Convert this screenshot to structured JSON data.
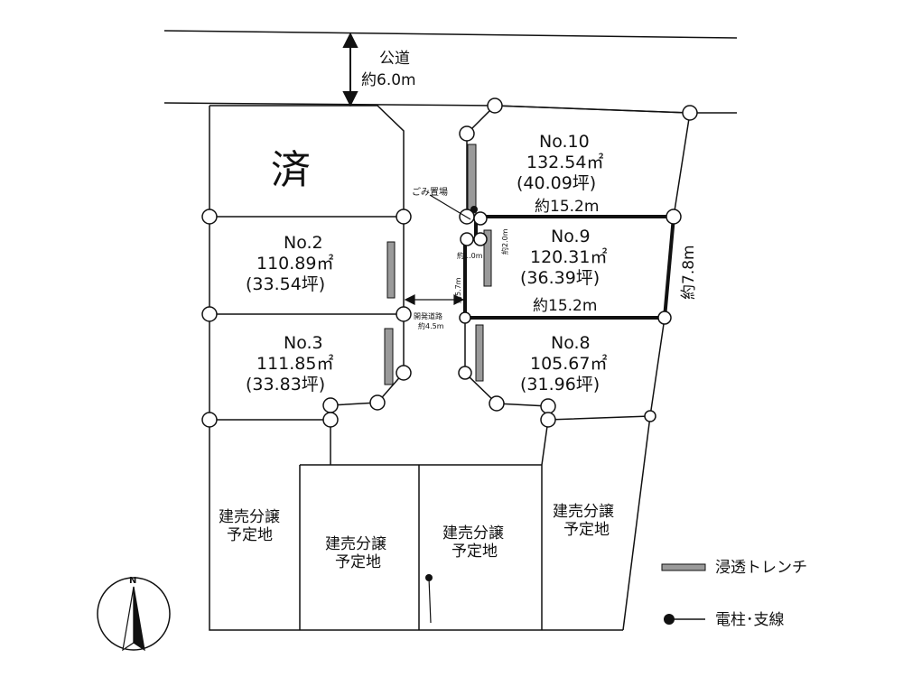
{
  "road": {
    "name": "公道",
    "width": "約6.0m"
  },
  "sold_mark": "済",
  "lots": [
    {
      "id": "No.2",
      "area": "110.89㎡",
      "tsubo": "(33.54坪)"
    },
    {
      "id": "No.3",
      "area": "111.85㎡",
      "tsubo": "(33.83坪)"
    },
    {
      "id": "No.10",
      "area": "132.54㎡",
      "tsubo": "(40.09坪)"
    },
    {
      "id": "No.9",
      "area": "120.31㎡",
      "tsubo": "(36.39坪)"
    },
    {
      "id": "No.8",
      "area": "105.67㎡",
      "tsubo": "(31.96坪)"
    }
  ],
  "dimensions": {
    "no9_top": "約15.2m",
    "no9_bottom": "約15.2m",
    "no9_side": "約7.8m",
    "inner_a": "約2.0m",
    "inner_b": "約1.0m",
    "inner_c": "約5.7m"
  },
  "garbage_area": "ごみ置場",
  "dev_road": {
    "name": "開発道路",
    "width": "約4.5m"
  },
  "planned_lots": [
    "建売分譲\n予定地",
    "建売分譲\n予定地",
    "建売分譲\n予定地",
    "建売分譲\n予定地"
  ],
  "legend": [
    {
      "label": "浸透トレンチ",
      "symbol": "trench"
    },
    {
      "label": "電柱･支線",
      "symbol": "pole"
    }
  ],
  "compass": "N",
  "colors": {
    "line": "#111111",
    "trench_fill": "#9a9a9a"
  }
}
